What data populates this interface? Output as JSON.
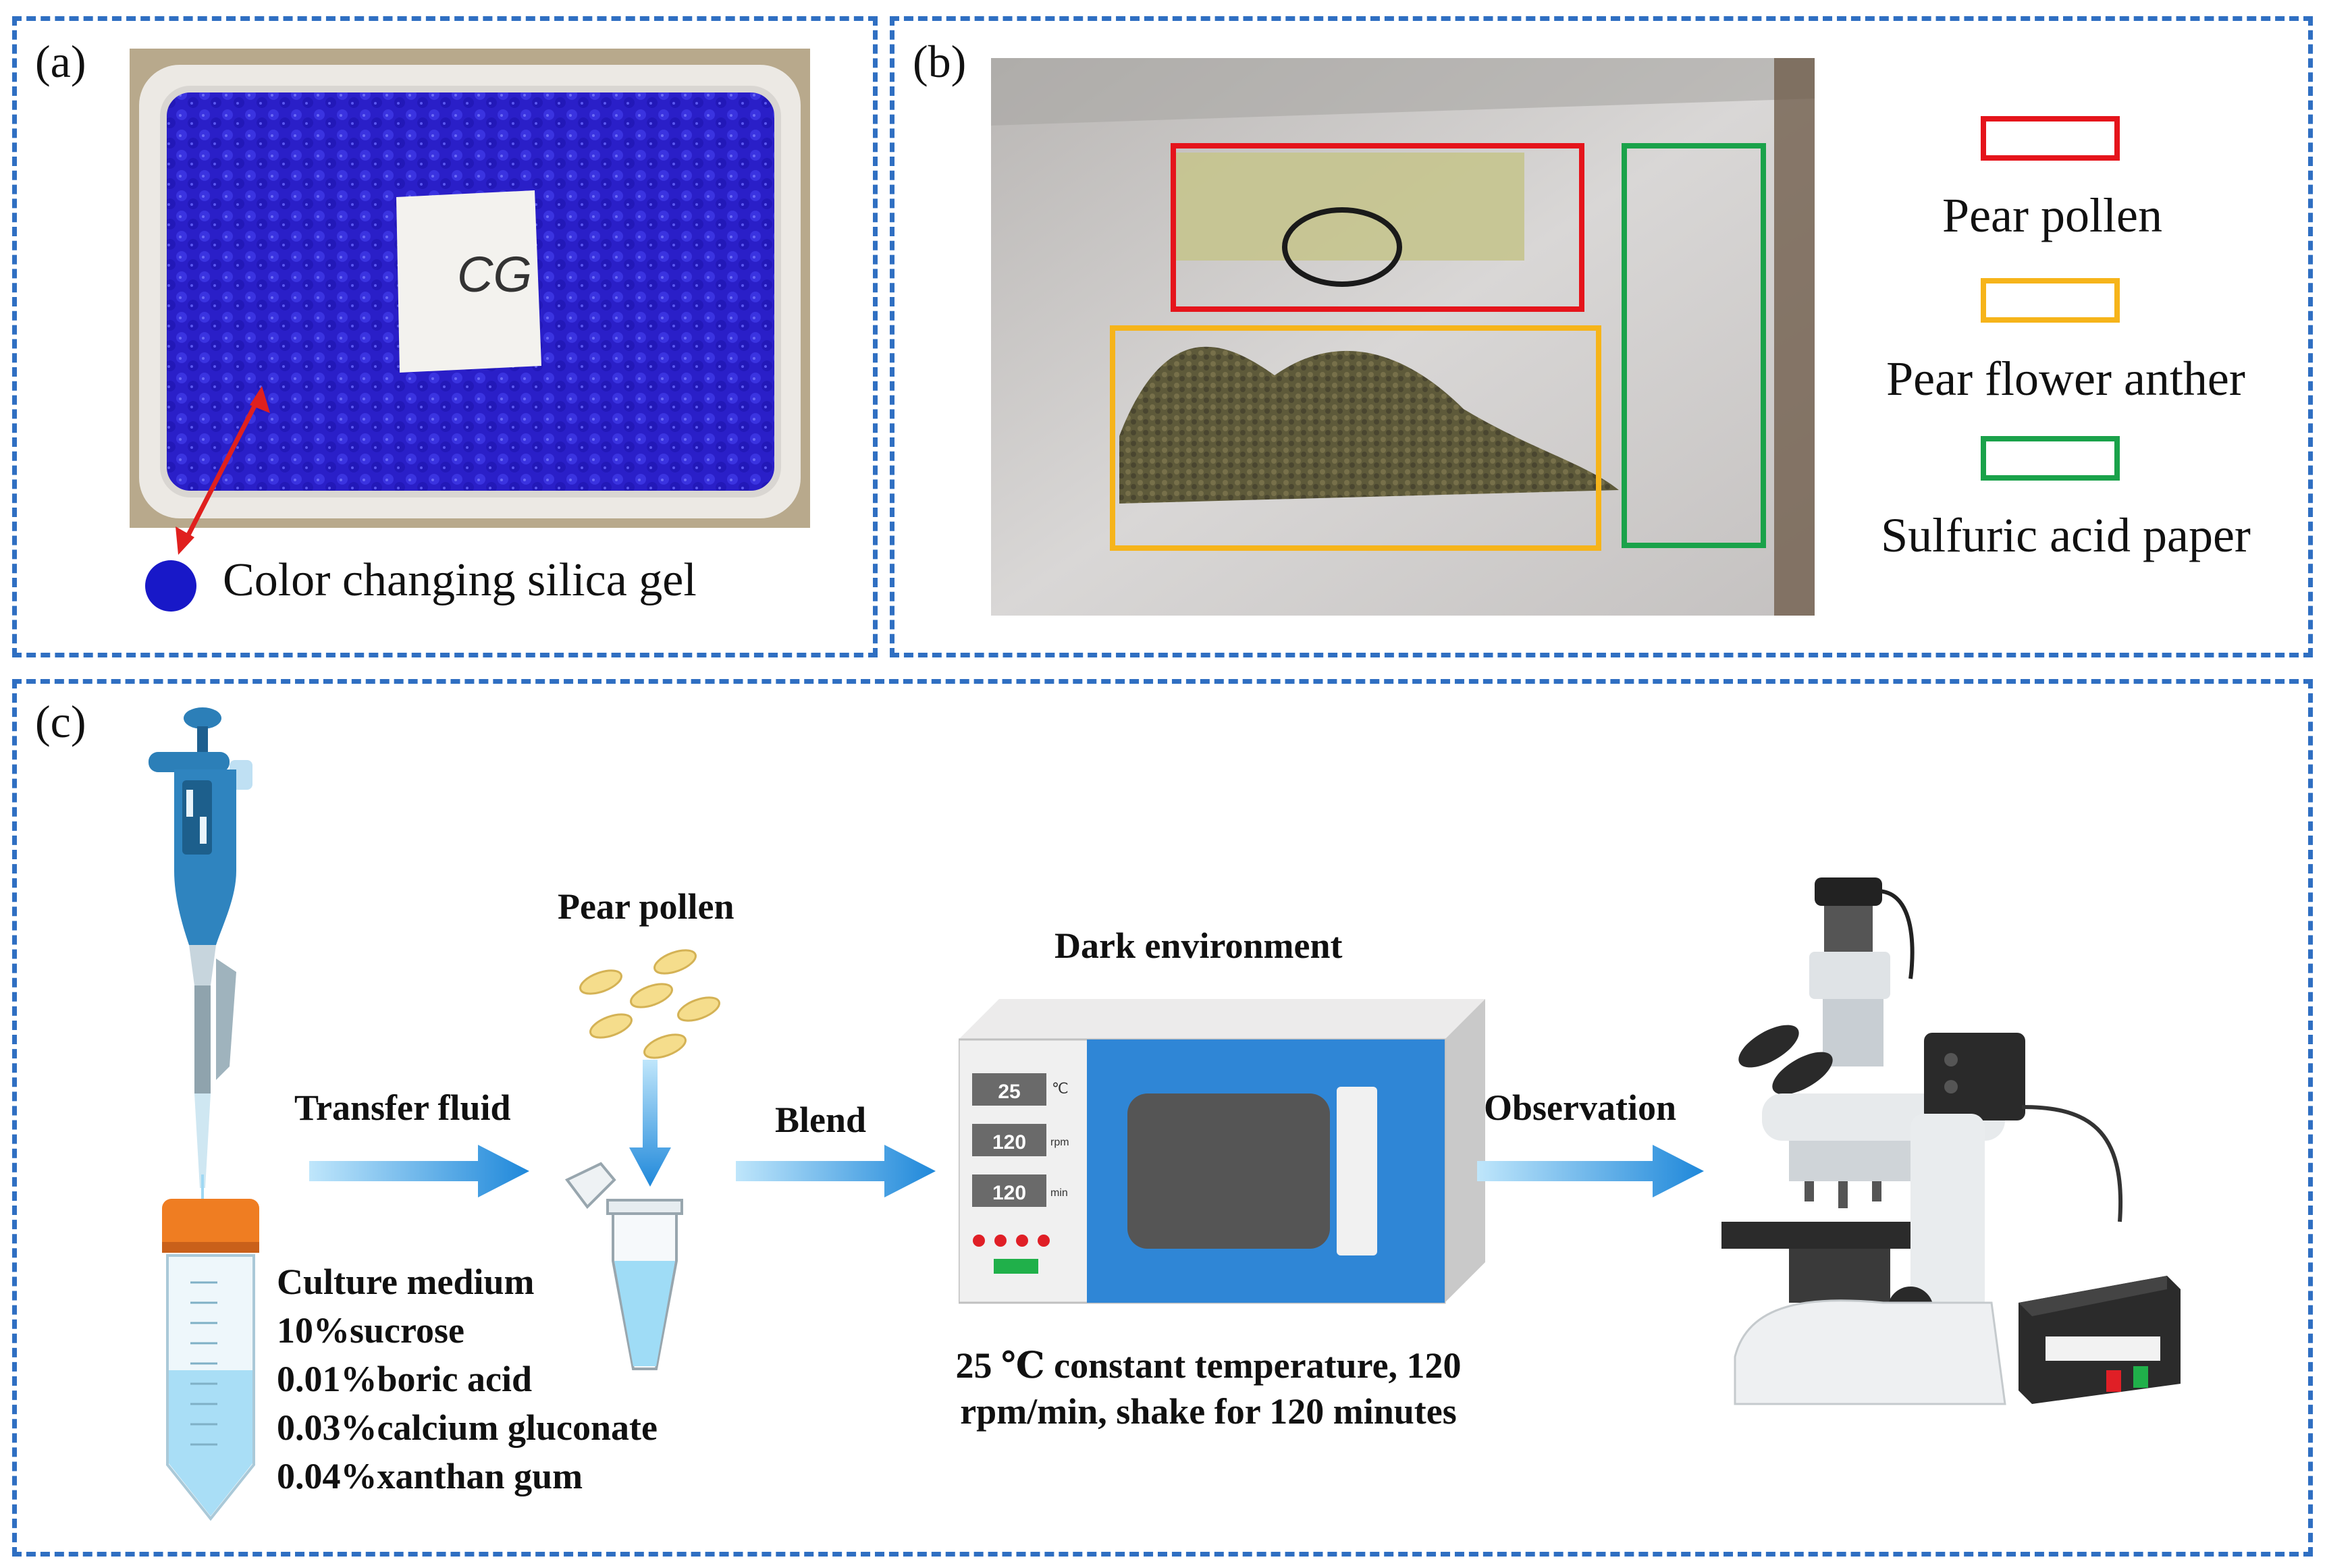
{
  "panels": {
    "a": {
      "label": "(a)",
      "photo_tag": "CG",
      "legend": "Color changing silica gel",
      "colors": {
        "gel": "#2a1fd0",
        "marker": "#1818c8",
        "arrow": "#e0201e"
      }
    },
    "b": {
      "label": "(b)",
      "legend": [
        {
          "text": "Pear pollen",
          "color": "#e5141b"
        },
        {
          "text": "Pear flower anther",
          "color": "#f6b41a"
        },
        {
          "text": "Sulfuric acid paper",
          "color": "#1aa24a"
        }
      ]
    },
    "c": {
      "label": "(c)",
      "step_transfer": "Transfer fluid",
      "pear_pollen": "Pear pollen",
      "step_blend": "Blend",
      "dark_env": "Dark environment",
      "step_observe": "Observation",
      "medium": [
        "Culture medium",
        "10%sucrose",
        "0.01%boric acid",
        "0.03%calcium gluconate",
        "0.04%xanthan gum"
      ],
      "incubator": {
        "displays": [
          {
            "value": "25",
            "unit": "℃"
          },
          {
            "value": "120",
            "unit": "rpm"
          },
          {
            "value": "120",
            "unit": "min"
          }
        ]
      },
      "conditions": [
        "25 ℃ constant temperature, 120",
        "rpm/min, shake for 120 minutes"
      ]
    }
  },
  "colors": {
    "panel_border": "#2f6fc2",
    "flow_arrow": "#2a8fe0"
  }
}
